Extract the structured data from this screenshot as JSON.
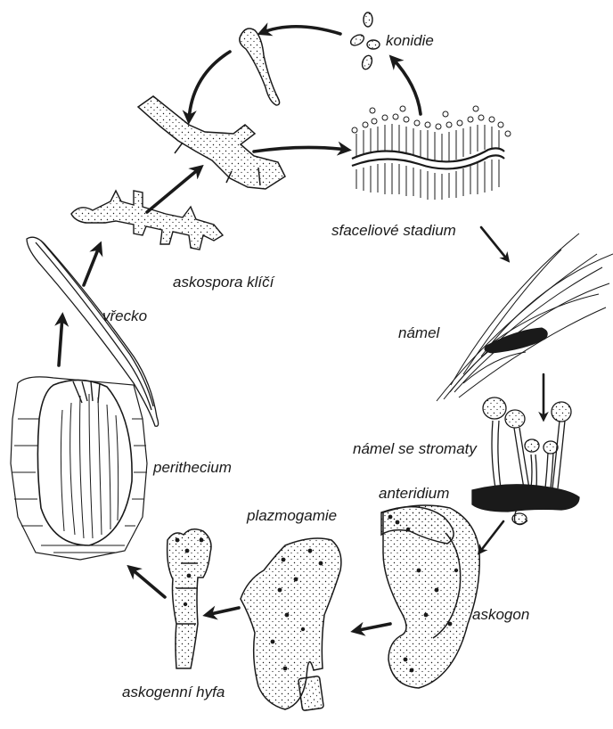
{
  "labels": {
    "konidie": "konidie",
    "sfaceliove_stadium": "sfaceliové stadium",
    "namel": "námel",
    "namel_se_stromaty": "námel se stromaty",
    "anteridium": "anteridium",
    "askogon": "askogon",
    "plazmogamie": "plazmogamie",
    "askogenni_hyfa": "askogenní hyfa",
    "perithecium": "perithecium",
    "vrecko": "vřecko",
    "askospora_klici": "askospora klíčí"
  },
  "colors": {
    "ink": "#1a1a1a",
    "paper": "#ffffff"
  }
}
